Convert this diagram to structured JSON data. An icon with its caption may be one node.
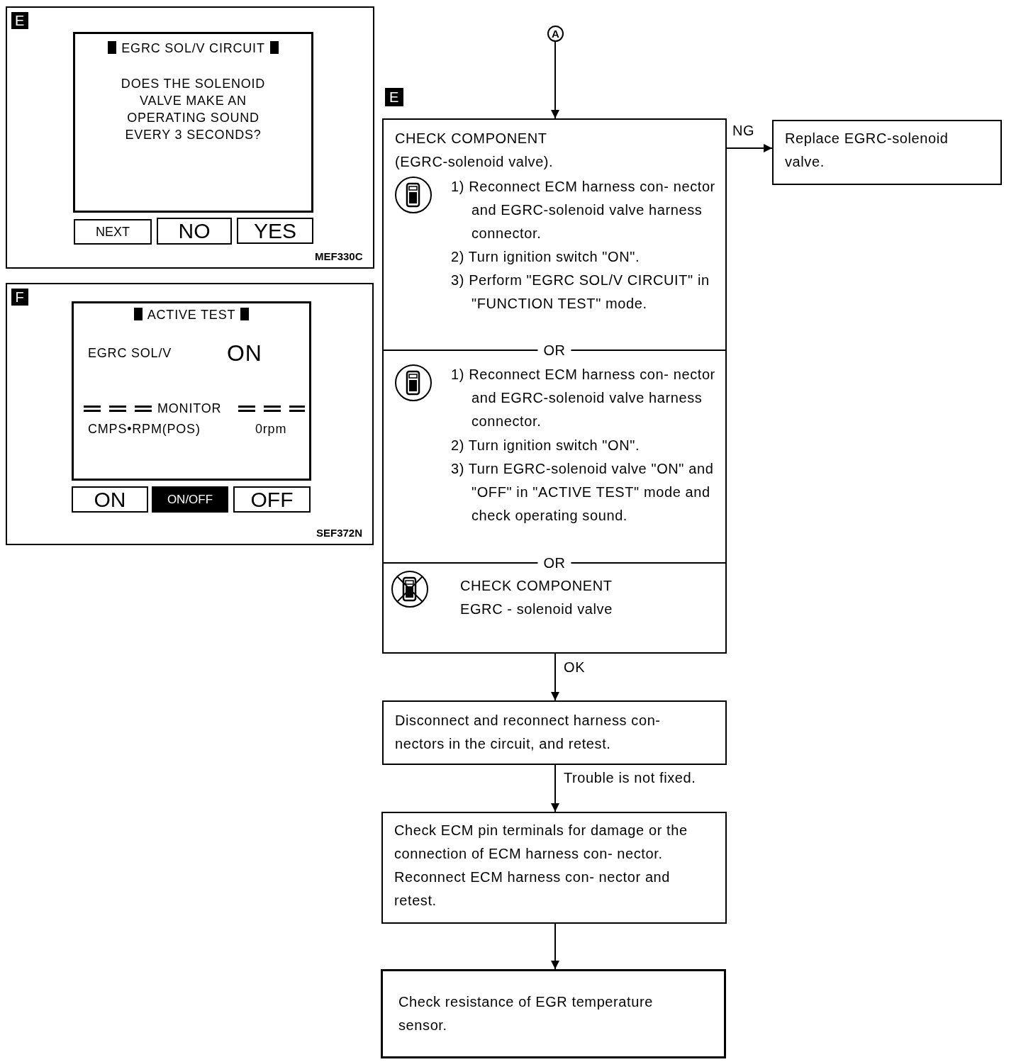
{
  "diagram": {
    "nodes": [
      {
        "text": [
          "A"
        ]
      },
      {
        "text": [
          "CHECK COMPONENT (EGRC-solenoid valve).",
          "1) Reconnect ECM harness con- nector and EGRC-solenoid valve harness connector.",
          "2) Turn ignition switch \"ON\".",
          "3) Perform \"EGRC SOL/V CIRCUIT\" in \"FUNCTION TEST\" mode.",
          "OR",
          "1) Reconnect ECM harness con- nector and EGRC-solenoid valve harness connector.",
          "2) Turn ignition switch \"ON\".",
          "3) Turn EGRC-solenoid valve \"ON\" and \"OFF\" in \"ACTIVE TEST\" mode and check operating sound.",
          "OR",
          "CHECK COMPONENT EGRC - solenoid valve"
        ],
        "beside": [
          "E"
        ]
      },
      {
        "text": [
          "Replace EGRC-solenoid valve."
        ]
      },
      {
        "text": [
          "Disconnect and reconnect harness con- nectors in the circuit, and retest."
        ]
      },
      {
        "text": [
          "Check ECM pin terminals for damage or the connection of ECM harness con- nector. Reconnect ECM harness con- nector and retest."
        ]
      },
      {
        "text": [
          "Check resistance of EGR temperature sensor."
        ]
      },
      {
        "text": [
          "E",
          "MEF330C"
        ]
      },
      {
        "text": [
          "EGRC SOL/V CIRCUIT",
          "DOES THE SOLENOID VALVE MAKE AN OPERATING SOUND EVERY 3 SECONDS?"
        ],
        "in": 6
      },
      {
        "text": [
          "NEXT"
        ],
        "in": 6
      },
      {
        "text": [
          "NO"
        ],
        "in": 6
      },
      {
        "text": [
          "YES"
        ],
        "in": 6
      },
      {
        "text": [
          "F",
          "SEF372N"
        ]
      },
      {
        "text": [
          "ACTIVE TEST",
          "EGRC SOL/V",
          "ON",
          "MONITOR",
          "CMPS•RPM(POS)",
          "0rpm"
        ],
        "in": 11
      },
      {
        "text": [
          "ON"
        ],
        "in": 11
      },
      {
        "text": [
          "ON/OFF"
        ],
        "in": 11
      },
      {
        "text": [
          "OFF"
        ],
        "in": 11
      }
    ],
    "edges": [
      {
        "from": 0,
        "to": 1,
        "arrow": "to"
      },
      {
        "from": 1,
        "to": 2,
        "arrow": "to",
        "label": "NG"
      },
      {
        "from": 1,
        "to": 3,
        "arrow": "to",
        "label": "OK"
      },
      {
        "from": 3,
        "to": 4,
        "arrow": "to",
        "label": "Trouble is not fixed."
      },
      {
        "from": 4,
        "to": 5,
        "arrow": "to"
      }
    ]
  }
}
